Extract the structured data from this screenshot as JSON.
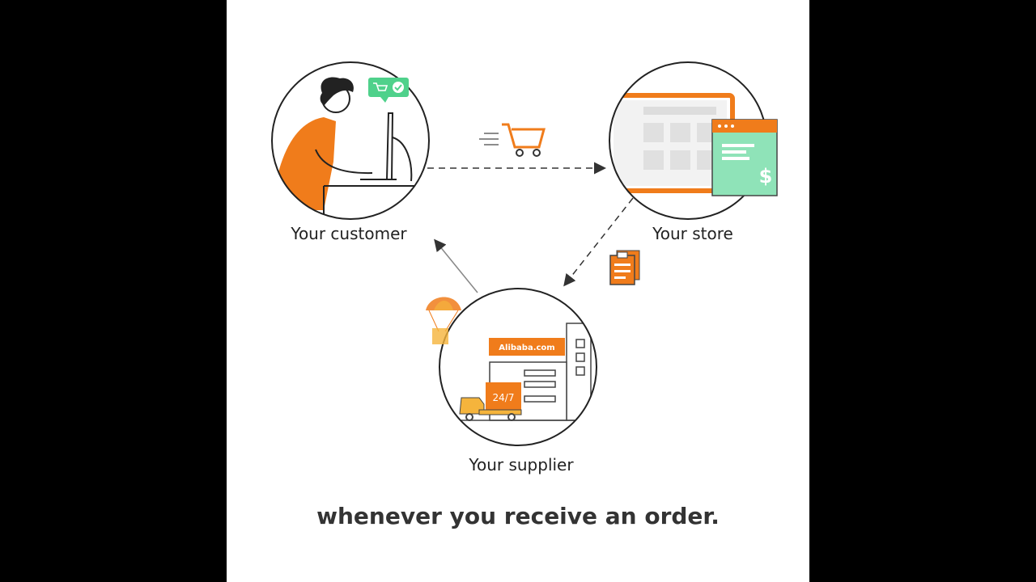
{
  "nodes": {
    "customer": {
      "label": "Your customer"
    },
    "store": {
      "label": "Your store"
    },
    "supplier": {
      "label": "Your supplier",
      "sign_text": "Alibaba.com",
      "badge_text": "24/7"
    }
  },
  "store_price_symbol": "$",
  "caption": "whenever you receive an order.",
  "colors": {
    "background": "#000000",
    "panel": "#ffffff",
    "accent_orange": "#f07c1b",
    "accent_green": "#8fe3b8",
    "line": "#222222",
    "text": "#333333"
  },
  "icons": [
    "person-at-computer-icon",
    "cart-check-icon",
    "moving-cart-icon",
    "laptop-store-icon",
    "payment-window-icon",
    "clipboard-icon",
    "parachute-package-icon",
    "warehouse-icon",
    "delivery-truck-icon"
  ]
}
